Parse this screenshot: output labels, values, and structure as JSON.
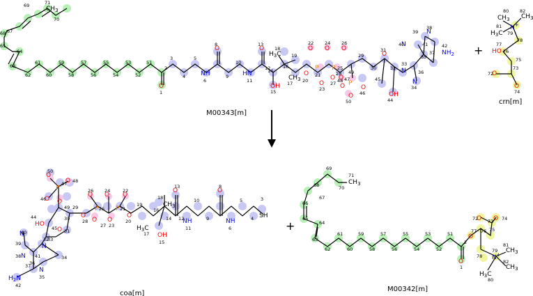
{
  "reaction": {
    "reactants": [
      {
        "id": "M00343[m]",
        "label": "M00343[m]"
      },
      {
        "id": "crn[m]",
        "label": "crn[m]"
      }
    ],
    "products": [
      {
        "id": "coa[m]",
        "label": "coa[m]"
      },
      {
        "id": "M00342[m]",
        "label": "M00342[m]"
      }
    ],
    "plus_sign": "+"
  },
  "highlight_colors": {
    "blue": "#c8c8f5",
    "green": "#b8f0b8",
    "yellow": "#f0f5a0",
    "pink": "#f5c8e6"
  },
  "atoms": {
    "m00343_chain": [
      "CH3",
      "71",
      "70",
      "69",
      "68",
      "67",
      "66",
      "65",
      "64",
      "63",
      "62",
      "61",
      "60",
      "59",
      "58",
      "57",
      "56",
      "55",
      "54",
      "53",
      "52",
      "51",
      "O",
      "1",
      "2",
      "3",
      "4",
      "5",
      "NH",
      "6",
      "O",
      "8",
      "9",
      "10",
      "HN",
      "11",
      "O",
      "13",
      "12",
      "H3C",
      "18",
      "16",
      "14",
      "CH3",
      "17",
      "OH",
      "15",
      "19",
      "O",
      "20",
      "O",
      "22",
      "O",
      "24",
      "O",
      "26",
      "P",
      "21",
      "O",
      "23",
      "O",
      "25",
      "P",
      "O",
      "27",
      "O",
      "28",
      "O",
      "49",
      "P",
      "47",
      "O",
      "48",
      "O",
      "50",
      "O",
      "46",
      "29",
      "30",
      "O",
      "31",
      "45",
      "OH",
      "44",
      "32",
      "N",
      "33",
      "N",
      "34",
      "N",
      "35",
      "N",
      "36",
      "37",
      "NH2",
      "42",
      "N",
      "38",
      "39",
      "N",
      "40",
      "41"
    ],
    "crn": [
      "CH3",
      "80",
      "CH3",
      "82",
      "N",
      "79",
      "H3C",
      "81",
      "HO",
      "77",
      "76",
      "78",
      "75",
      "O",
      "72",
      "73",
      "O",
      "74",
      "+"
    ],
    "coa": [
      "O",
      "50",
      "P",
      "47",
      "O",
      "48",
      "O",
      "46",
      "O",
      "49",
      "HO",
      "44",
      "45",
      "29",
      "O",
      "30",
      "O",
      "31",
      "32",
      "N",
      "33",
      "34",
      "N",
      "35",
      "36",
      "37",
      "H2N",
      "42",
      "N",
      "38",
      "N",
      "40",
      "39",
      "41",
      "O",
      "26",
      "P",
      "25",
      "O",
      "24",
      "O",
      "22",
      "P",
      "21",
      "O",
      "28",
      "O",
      "27",
      "O",
      "23",
      "O",
      "20",
      "19",
      "18",
      "CH3",
      "16",
      "H3C",
      "17",
      "14",
      "OH",
      "15",
      "O",
      "13",
      "12",
      "NH",
      "11",
      "10",
      "9",
      "O",
      "8",
      "NH",
      "6",
      "5",
      "4",
      "3",
      "SH"
    ],
    "m00342_chain": [
      "CH3",
      "71",
      "70",
      "69",
      "68",
      "67",
      "66",
      "65",
      "64",
      "63",
      "62",
      "61",
      "60",
      "59",
      "58",
      "57",
      "56",
      "55",
      "54",
      "53",
      "52",
      "51",
      "O",
      "1",
      "2",
      "O",
      "77",
      "76",
      "75",
      "73",
      "O",
      "72",
      "O",
      "74",
      "78",
      "N",
      "79",
      "CH3",
      "81",
      "CH3",
      "82",
      "H3C",
      "80",
      "+"
    ]
  }
}
